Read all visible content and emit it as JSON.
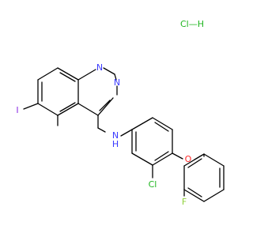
{
  "molecule": {
    "salt_label": "Cl—H",
    "atom_labels": {
      "n1": "N",
      "n3": "N",
      "iodo": "I",
      "nh": "N",
      "nh_h": "H",
      "chloro": "Cl",
      "oxy": "O",
      "fluoro": "F"
    },
    "colors": {
      "carbon_bond": "#000000",
      "nitrogen": "#3a3aff",
      "oxygen": "#ff2a2a",
      "chlorine": "#1fb51f",
      "fluorine": "#8fd13a",
      "iodine": "#8a2be2"
    }
  }
}
